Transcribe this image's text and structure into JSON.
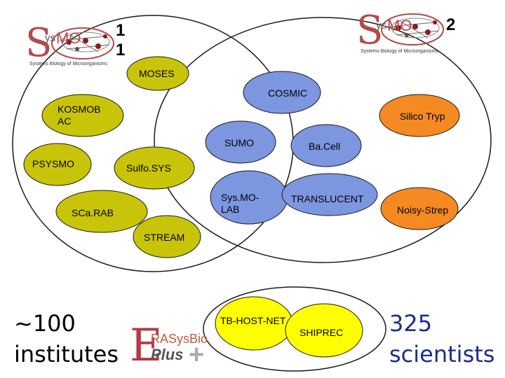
{
  "colors": {
    "sysmo1": "#c8c40a",
    "sysmo2": "#7d96e0",
    "orange": "#f58a22",
    "yellow": "#ffff00",
    "outline": "#1a1a1a",
    "blue_text": "#1a2e8a",
    "logo_red": "#b54a4a"
  },
  "headings": {
    "phase1": "1\n1",
    "phase2": "2"
  },
  "logo": {
    "s": "S",
    "ys": "ys",
    "mo": "MO",
    "sub": "Systems Biology of Microorganisms"
  },
  "projects": {
    "moses": "MOSES",
    "kosmobac": "KOSMOB\nAC",
    "psysmo": "PSYSMO",
    "sulfosys": "Sulfo.SYS",
    "scarab": "SCa.RAB",
    "stream": "STREAM",
    "cosmic": "COSMIC",
    "sumo": "SUMO",
    "bacell": "Ba.Cell",
    "sysmolab": "Sys.MO-\nLAB",
    "translucent": "TRANSLUCENT",
    "silicotryp": "Silico Tryp",
    "noisystrep": "Noisy-Strep",
    "tbhostnet": "TB-HOST-NET",
    "shiprec": "SHIPREC"
  },
  "stats": {
    "institutes": "~100\ninstitutes",
    "scientists": "325\nscientists"
  },
  "erasysbio": {
    "e": "E",
    "top": "RASysBio",
    "plus": "Plus",
    "cross": "+"
  }
}
